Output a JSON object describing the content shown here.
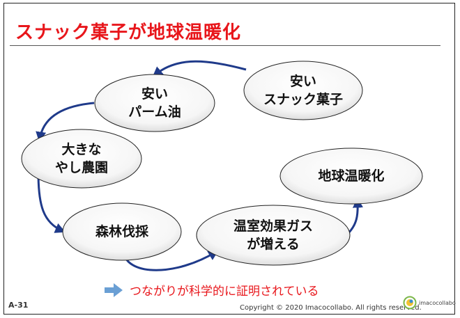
{
  "title": "スナック菓子が地球温暖化",
  "nodes": {
    "cheap_snacks": [
      "安い",
      "スナック菓子"
    ],
    "cheap_palm_oil": [
      "安い",
      "パーム油"
    ],
    "large_plantation": [
      "大きな",
      "やし農園"
    ],
    "deforestation": [
      "森林伐採"
    ],
    "greenhouse_gas": [
      "温室効果ガス",
      "が増える"
    ],
    "global_warming": [
      "地球温暖化"
    ]
  },
  "note": "つながりが科学的に証明されている",
  "page_number": "A-31",
  "copyright": "Copyright © 2020 Imacocollabo.  All rights reserved.",
  "logo": {
    "name": "imacocollabo",
    "icon": "logo-icon"
  },
  "colors": {
    "title": "#e8161b",
    "arrow": "#1f3a8a",
    "note_arrow": "#6a9fd4"
  }
}
